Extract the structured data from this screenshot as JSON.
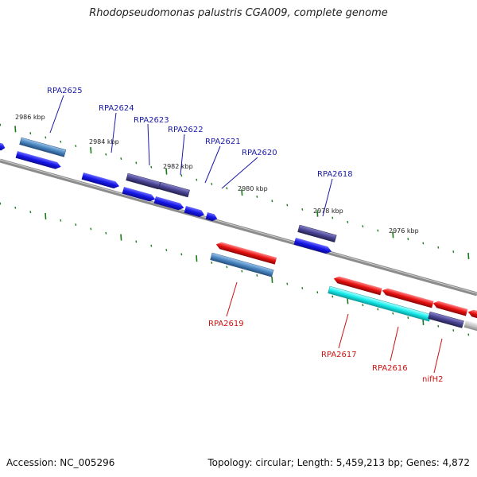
{
  "title": "Rhodopseudomonas palustris CGA009, complete genome",
  "footer": {
    "accession": "Accession: NC_005296",
    "summary": "Topology: circular; Length: 5,459,213 bp; Genes: 4,872"
  },
  "ruler": {
    "ticks": [
      "2986 kbp",
      "2984 kbp",
      "2982 kbp",
      "2980 kbp",
      "2978 kbp",
      "2976 kbp"
    ]
  },
  "genes": {
    "forward": [
      "RPA2625",
      "RPA2624",
      "RPA2623",
      "RPA2622",
      "RPA2621",
      "RPA2620",
      "RPA2618"
    ],
    "reverse": [
      "RPA2619",
      "RPA2617",
      "RPA2616",
      "nifH2"
    ]
  },
  "colors": {
    "forward_label": "#1a1aa8",
    "reverse_label": "#cc1111",
    "blue": "#1515e8",
    "steel": "#4a86c0",
    "slate": "#4a4494",
    "red": "#e81010",
    "cyan": "#17ecec",
    "gray": "#c2c2c2",
    "tick": "#1a7a1a"
  }
}
